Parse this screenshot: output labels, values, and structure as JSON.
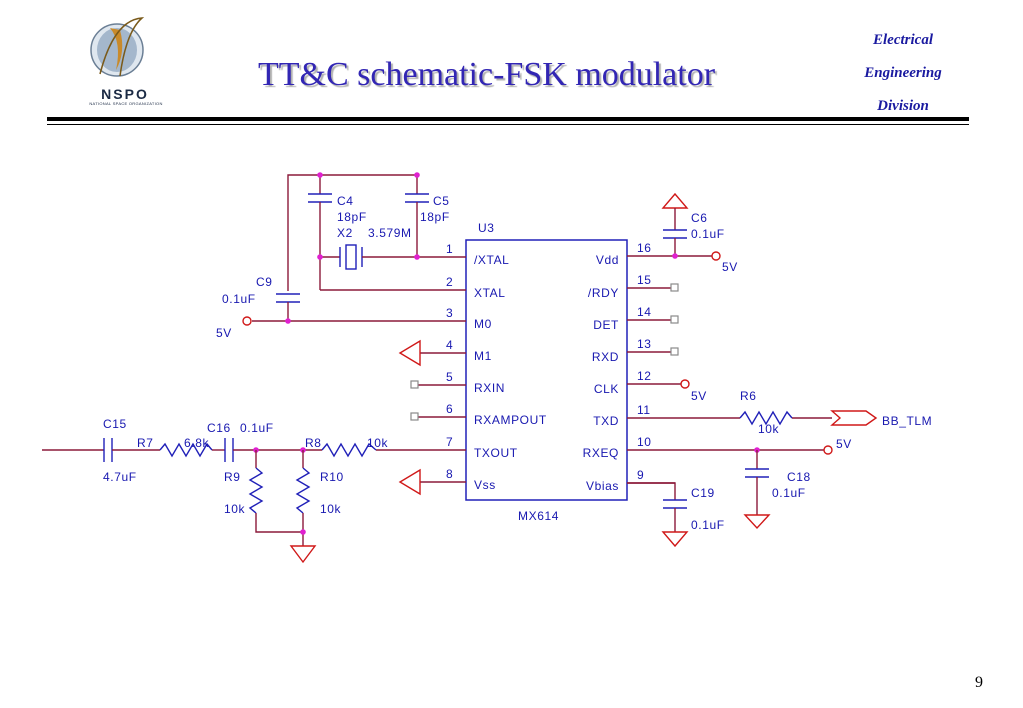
{
  "header": {
    "title": "TT&C schematic-FSK modulator",
    "logo_text": "NSPO",
    "logo_subtext": "NATIONAL SPACE ORGANIZATION",
    "department": [
      "Electrical",
      "Engineering",
      "Division"
    ]
  },
  "page_number": "9",
  "colors": {
    "title": "#3226b4",
    "wire": "#8b1a3a",
    "component": "#2020b8",
    "power_symbol": "#d01818",
    "junction": "#e020d0"
  },
  "ic": {
    "ref": "U3",
    "part": "MX614",
    "left_pins": [
      {
        "num": "1",
        "name": "/XTAL"
      },
      {
        "num": "2",
        "name": "XTAL"
      },
      {
        "num": "3",
        "name": "M0"
      },
      {
        "num": "4",
        "name": "M1"
      },
      {
        "num": "5",
        "name": "RXIN"
      },
      {
        "num": "6",
        "name": "RXAMPOUT"
      },
      {
        "num": "7",
        "name": "TXOUT"
      },
      {
        "num": "8",
        "name": "Vss"
      }
    ],
    "right_pins": [
      {
        "num": "16",
        "name": "Vdd"
      },
      {
        "num": "15",
        "name": "/RDY"
      },
      {
        "num": "14",
        "name": "DET"
      },
      {
        "num": "13",
        "name": "RXD"
      },
      {
        "num": "12",
        "name": "CLK"
      },
      {
        "num": "11",
        "name": "TXD"
      },
      {
        "num": "10",
        "name": "RXEQ"
      },
      {
        "num": "9",
        "name": "Vbias"
      }
    ]
  },
  "components": {
    "c4": {
      "ref": "C4",
      "value": "18pF"
    },
    "c5": {
      "ref": "C5",
      "value": "18pF"
    },
    "x2": {
      "ref": "X2",
      "value": "3.579M"
    },
    "c6": {
      "ref": "C6",
      "value": "0.1uF"
    },
    "c9": {
      "ref": "C9",
      "value": "0.1uF"
    },
    "c15": {
      "ref": "C15",
      "value": "4.7uF"
    },
    "c16": {
      "ref": "C16",
      "value": "0.1uF"
    },
    "r7": {
      "ref": "R7",
      "value": "6.8k"
    },
    "r8": {
      "ref": "R8",
      "value": "10k"
    },
    "r9": {
      "ref": "R9",
      "value": "10k"
    },
    "r10": {
      "ref": "R10",
      "value": "10k"
    },
    "r6": {
      "ref": "R6",
      "value": "10k"
    },
    "c18": {
      "ref": "C18",
      "value": "0.1uF"
    },
    "c19": {
      "ref": "C19",
      "value": "0.1uF"
    }
  },
  "nets": {
    "vdd_supply": "5V",
    "m0_supply": "5V",
    "clk_supply": "5V",
    "rxeq_supply": "5V",
    "txd_output": "BB_TLM"
  }
}
